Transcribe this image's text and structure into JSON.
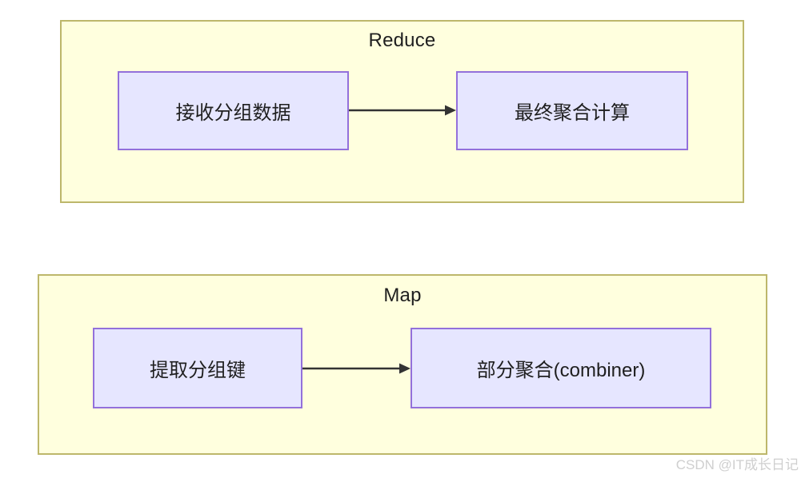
{
  "diagram": {
    "type": "flowchart",
    "background_color": "#ffffff",
    "lane_fill_color": "#ffffde",
    "lane_border_color": "#bdb76b",
    "node_fill_color": "#e6e6ff",
    "node_border_color": "#9370db",
    "arrow_color": "#333333",
    "text_color": "#1f1f1f",
    "lanes": [
      {
        "id": "reduce",
        "title": "Reduce",
        "nodes": [
          {
            "id": "receive-grouped-data",
            "label": "接收分组数据"
          },
          {
            "id": "final-aggregation",
            "label": "最终聚合计算"
          }
        ],
        "edges": [
          {
            "from": "receive-grouped-data",
            "to": "final-aggregation",
            "label": ""
          }
        ]
      },
      {
        "id": "map",
        "title": "Map",
        "nodes": [
          {
            "id": "extract-group-key",
            "label": "提取分组键"
          },
          {
            "id": "partial-aggregation",
            "label": "部分聚合(combiner)"
          }
        ],
        "edges": [
          {
            "from": "extract-group-key",
            "to": "partial-aggregation",
            "label": ""
          }
        ]
      }
    ]
  },
  "watermark": {
    "text": "CSDN @IT成长日记",
    "color": "#cfcfcf"
  }
}
